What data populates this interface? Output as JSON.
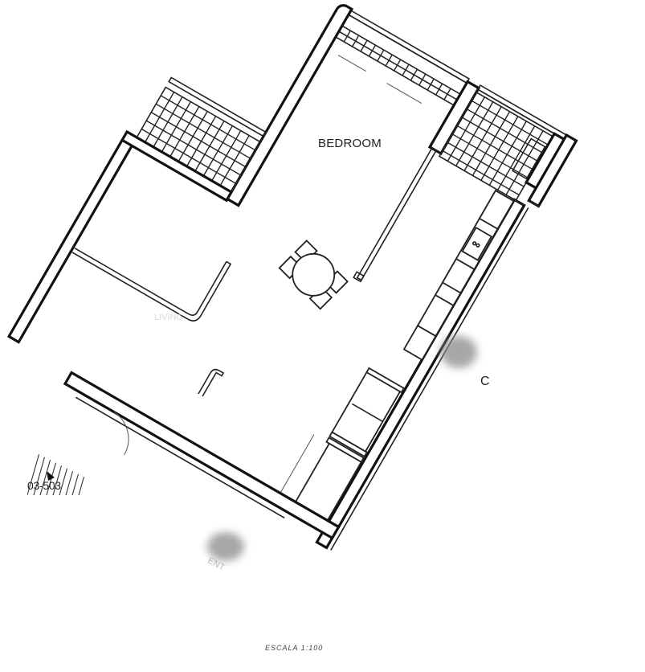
{
  "drawing": {
    "type": "architectural floor plan",
    "rotation_deg": 30,
    "background": "#ffffff",
    "line_color": "#111111"
  },
  "rooms": [
    {
      "name": "bedroom",
      "label": "BEDROOM"
    }
  ],
  "labels": {
    "bedroom": "BEDROOM",
    "unit_ref": "03-503",
    "faint_room_label": "LIVING",
    "bottom_note": "ESCALA 1:100",
    "side_mark": "C",
    "entry_mark": "ENT"
  },
  "furniture": {
    "dining_table": {
      "shape": "round",
      "chairs": 4
    },
    "kitchen": {
      "units": [
        "fridge",
        "sink",
        "hob",
        "counter"
      ]
    },
    "sofa": {
      "seats": 2
    },
    "balconies": 3
  },
  "redactions": [
    {
      "id": "blur-1",
      "area": "kitchen-right"
    },
    {
      "id": "blur-2",
      "area": "entrance"
    }
  ]
}
